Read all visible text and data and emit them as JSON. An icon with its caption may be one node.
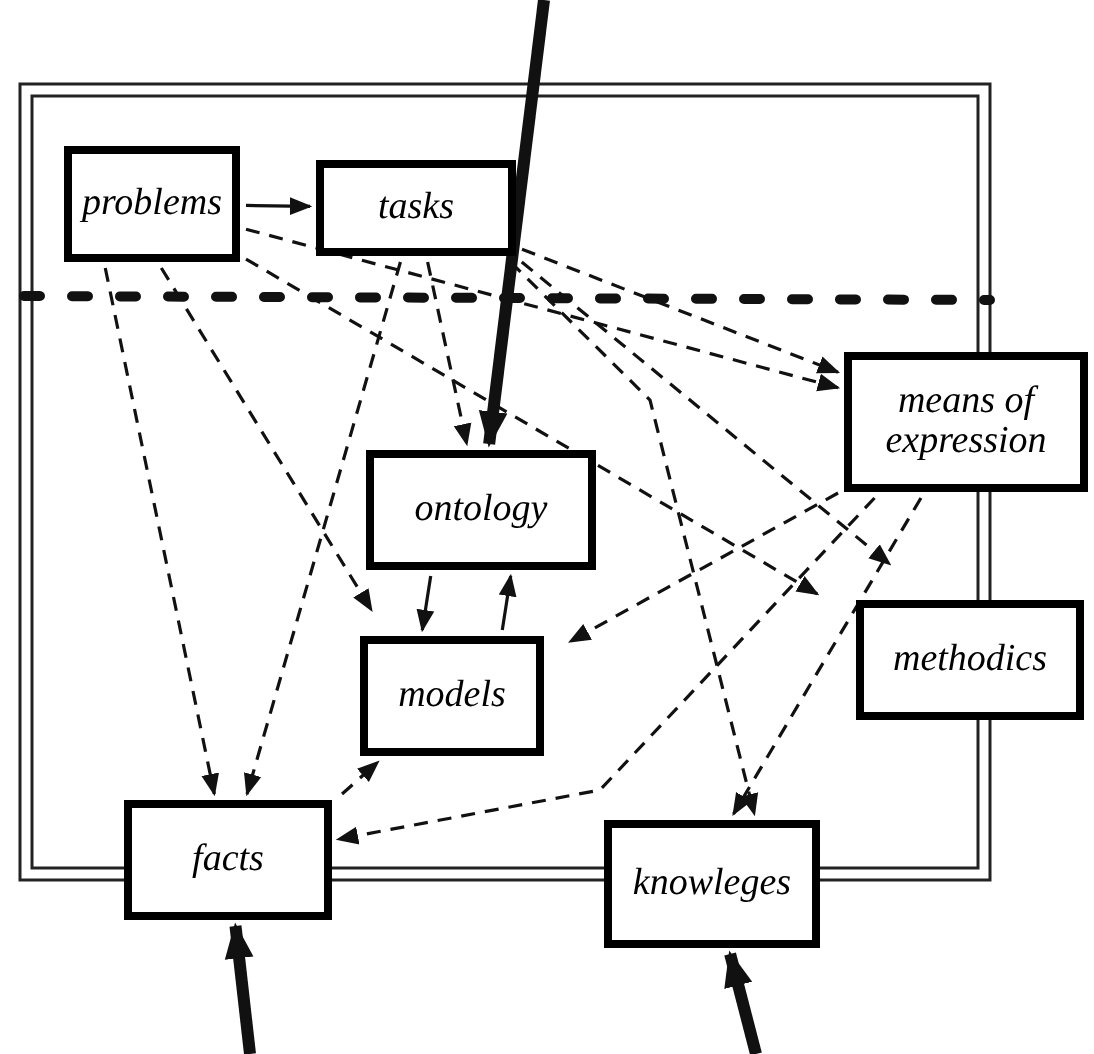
{
  "diagram": {
    "nodes": [
      {
        "text": [
          "problems"
        ]
      },
      {
        "text": [
          "tasks"
        ]
      },
      {
        "text": [
          "ontology"
        ]
      },
      {
        "text": [
          "means of expression"
        ]
      },
      {
        "text": [
          "models"
        ]
      },
      {
        "text": [
          "methodics"
        ]
      },
      {
        "text": [
          "facts"
        ]
      },
      {
        "text": [
          "knowleges"
        ]
      }
    ],
    "edges": [
      {
        "from": 0,
        "to": 1,
        "arrow": "to"
      },
      {
        "from": null,
        "to": 2,
        "arrow": "to",
        "style": "thick"
      },
      {
        "from": null,
        "to": 6,
        "arrow": "to",
        "style": "thick"
      },
      {
        "from": null,
        "to": 7,
        "arrow": "to",
        "style": "thick"
      },
      {
        "from": 0,
        "to": 6,
        "arrow": "to",
        "style": "dashed"
      },
      {
        "from": 0,
        "to": 4,
        "arrow": "to",
        "style": "dashed"
      },
      {
        "from": 0,
        "to": 3,
        "arrow": "to",
        "style": "dashed"
      },
      {
        "from": 0,
        "to": 5,
        "arrow": "to",
        "style": "dashed"
      },
      {
        "from": 1,
        "to": 2,
        "arrow": "to",
        "style": "dashed"
      },
      {
        "from": 1,
        "to": 3,
        "arrow": "to",
        "style": "dashed"
      },
      {
        "from": 1,
        "to": 5,
        "arrow": "to",
        "style": "dashed"
      },
      {
        "from": 1,
        "to": 6,
        "arrow": "to",
        "style": "dashed"
      },
      {
        "from": 2,
        "to": 4,
        "arrow": "to"
      },
      {
        "from": 4,
        "to": 2,
        "arrow": "to"
      },
      {
        "from": 3,
        "to": 4,
        "arrow": "to",
        "style": "dashed"
      },
      {
        "from": 3,
        "to": 6,
        "arrow": "to",
        "style": "dashed"
      },
      {
        "from": 3,
        "to": 7,
        "arrow": "to",
        "style": "dashed"
      },
      {
        "from": 1,
        "to": 7,
        "arrow": "to",
        "style": "dashed"
      },
      {
        "from": 6,
        "to": 4,
        "arrow": "to",
        "style": "dashed"
      }
    ]
  }
}
